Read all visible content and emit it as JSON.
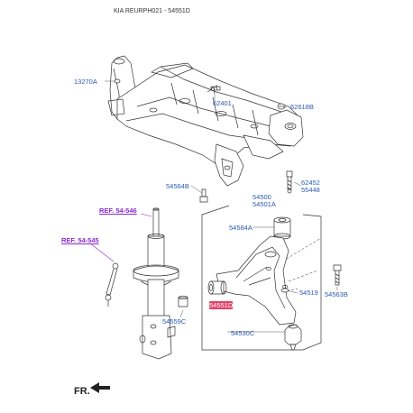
{
  "title": "KIA REURPH021 - 54551D",
  "labels": {
    "p13270A": "13270A",
    "p62401": "62401",
    "p62618B": "62618B",
    "p54564B": "54564B",
    "p62452": "62452",
    "p55448": "55448",
    "p54500": "54500",
    "p54501A": "54501A",
    "p54584A": "54584A",
    "p54519": "54519",
    "p54563B": "54563B",
    "p54551D": "54551D",
    "p54530C": "54530C",
    "p54559C": "54559C"
  },
  "refs": {
    "ref1": "REF. 54-546",
    "ref2": "REF. 54-545"
  },
  "front_label": "FR.",
  "colors": {
    "label": "#2a5bb0",
    "ref": "#8a2bd0",
    "highlight": "#e0426a"
  }
}
